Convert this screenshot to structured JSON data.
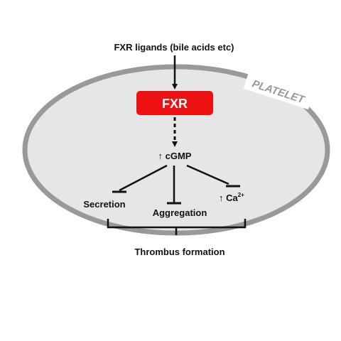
{
  "diagram": {
    "ligand_label": "FXR ligands (bile acids etc)",
    "fxr_label": "FXR",
    "platelet_label": "PLATELET",
    "cgmp_label": "↑ cGMP",
    "secretion_label": "Secretion",
    "aggregation_label": "Aggregation",
    "ca_label": "↑ Ca",
    "ca_superscript": "2+",
    "thrombus_label": "Thrombus formation"
  },
  "colors": {
    "platelet_fill": "#e6e6e6",
    "platelet_stroke": "#999999",
    "fxr_box": "#ee1111",
    "fxr_text": "#ffffff",
    "arrow": "#111111",
    "platelet_tag_text": "#999999"
  }
}
